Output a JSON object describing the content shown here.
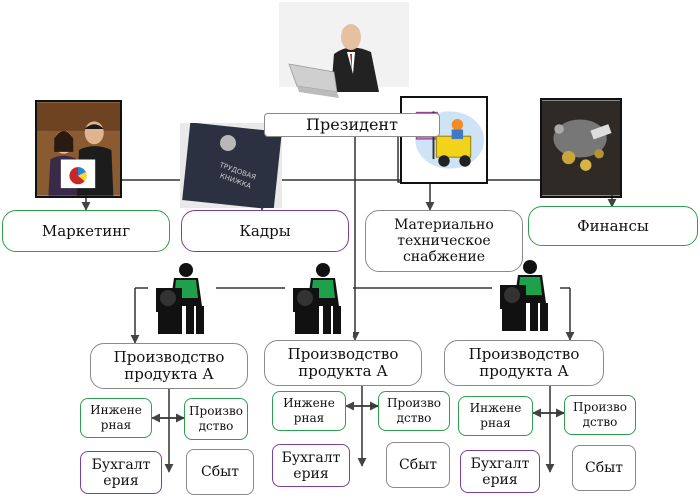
{
  "top": {
    "president": "Президент",
    "marketing": "Маркетинг",
    "hr": "Кадры",
    "supply": "Материально техническое снабжение",
    "finance": "Финансы"
  },
  "production": [
    {
      "title": "Производство продукта А",
      "engineering": "Инжене рная",
      "production": "Произво дство",
      "accounting": "Бухгалт ерия",
      "sales": "Сбыт"
    },
    {
      "title": "Производство продукта А",
      "engineering": "Инжене рная",
      "production": "Произво дство",
      "accounting": "Бухгалт ерия",
      "sales": "Сбыт"
    },
    {
      "title": "Производство продукта А",
      "engineering": "Инжене рная",
      "production": "Произво дство",
      "accounting": "Бухгалт ерия",
      "sales": "Сбыт"
    }
  ],
  "images": {
    "president": "businessman-laptop-photo",
    "marketing": "marketing-team-photo",
    "hr": "employment-record-book-photo",
    "supply": "forklift-clipart",
    "finance": "money-coins-photo",
    "worker": "worker-machine-silhouette"
  },
  "colors": {
    "green": "#2e9e4f",
    "purple": "#7b3f9e",
    "gray": "#8a8a8a"
  }
}
